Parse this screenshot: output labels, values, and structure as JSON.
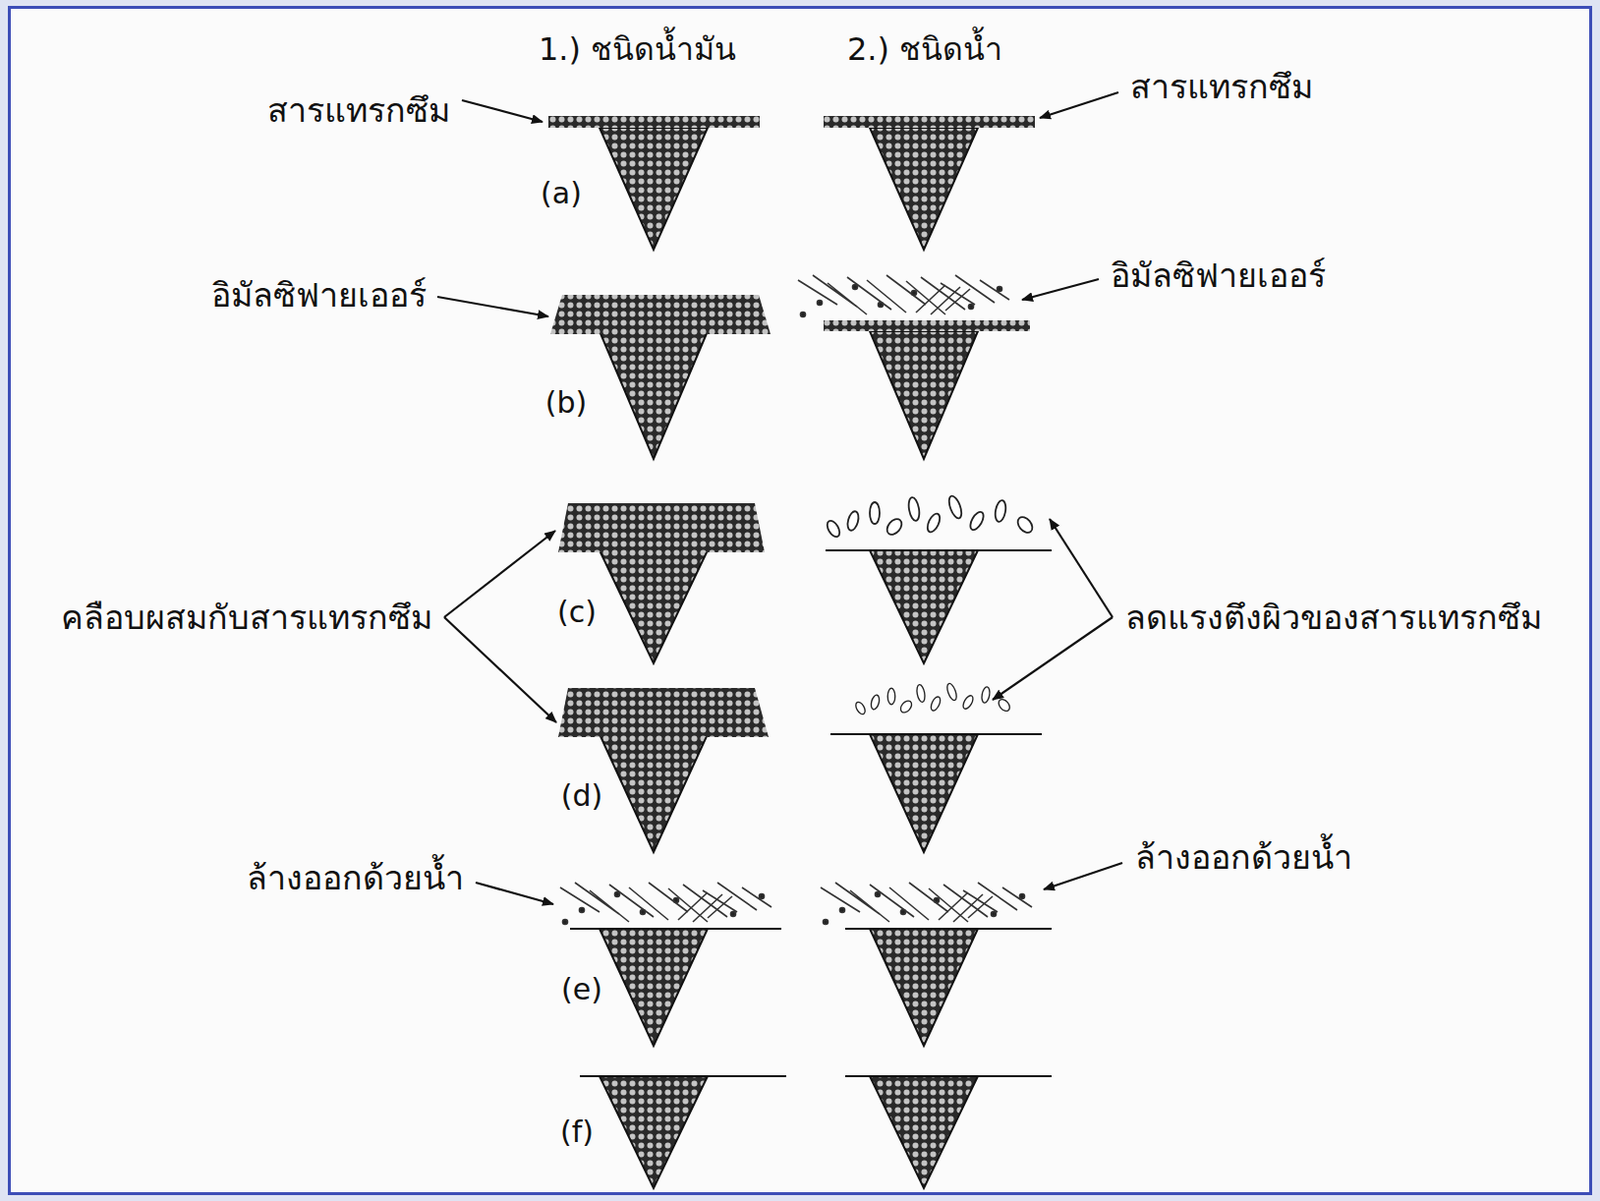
{
  "diagram": {
    "labels": [
      "1.) ชนิดน้ำมัน",
      "2.) ชนิดน้ำ",
      "สารแทรกซึม",
      "สารแทรกซึม",
      "(a)",
      "อิมัลซิฟายเออร์",
      "อิมัลซิฟายเออร์",
      "(b)",
      "(c)",
      "คลือบผสมกับสารแทรกซึม",
      "ลดแรงตึงผิวของสารแทรกซึม",
      "(d)",
      "ล้างออกด้วยน้ำ",
      "ล้างออกด้วยน้ำ",
      "(e)",
      "(f)"
    ]
  }
}
